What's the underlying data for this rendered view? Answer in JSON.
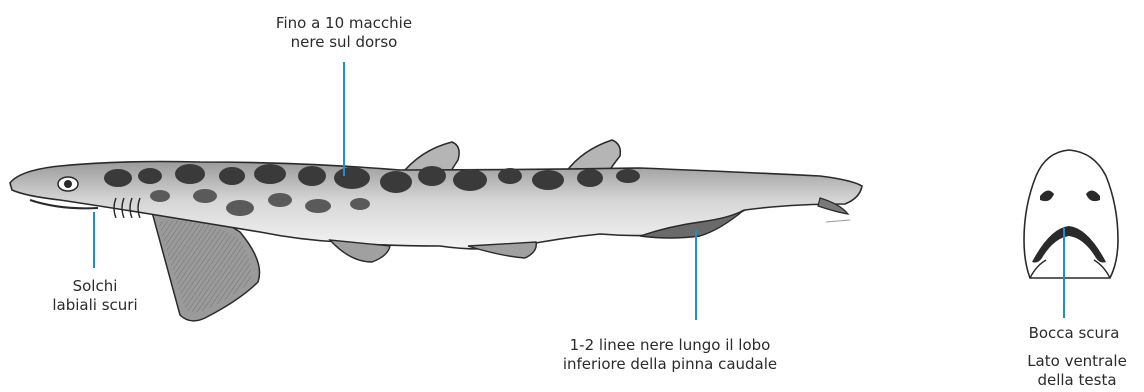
{
  "annotations": {
    "dorsal_spots": {
      "line1": "Fino a 10 macchie",
      "line2": "nere sul dorso"
    },
    "labial_grooves": {
      "line1": "Solchi",
      "line2": "labiali scuri"
    },
    "caudal_lines": {
      "line1": "1-2 linee nere lungo il lobo",
      "line2": "inferiore della pinna caudale"
    },
    "dark_mouth": {
      "line1": "Bocca scura"
    },
    "ventral_view": {
      "line1": "Lato ventrale",
      "line2": "della testa"
    }
  },
  "colors": {
    "callout_line": "#1a8fd6",
    "outline": "#2a2a2a",
    "spot": "#3a3a3a",
    "fin_shade": "#8a8a8a",
    "body_shade": "#c9c9c9"
  },
  "icons": {
    "shark_side": "shark-side-illustration",
    "shark_head_ventral": "shark-head-ventral-illustration"
  }
}
